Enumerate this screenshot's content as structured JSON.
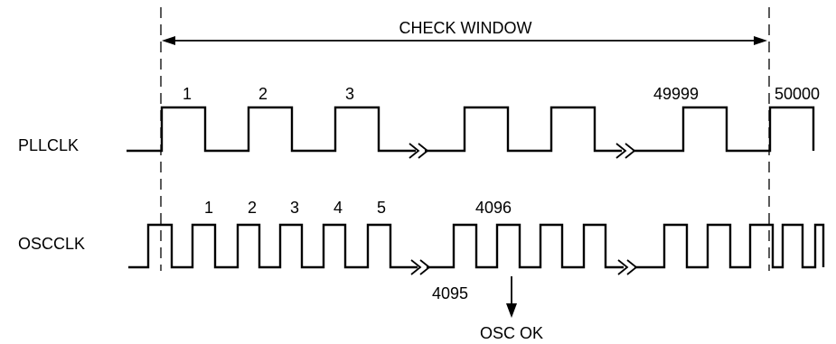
{
  "window_label": "CHECK WINDOW",
  "signals": {
    "pllclk": "PLLCLK",
    "oscclk": "OSCCLK"
  },
  "pll_counts": {
    "c1": "1",
    "c2": "2",
    "c3": "3",
    "c49999": "49999",
    "c50000": "50000"
  },
  "osc_counts": {
    "c1": "1",
    "c2": "2",
    "c3": "3",
    "c4": "4",
    "c5": "5",
    "c4095": "4095",
    "c4096": "4096"
  },
  "result_label": "OSC OK",
  "colors": {
    "line": "#000000",
    "background": "#ffffff"
  }
}
